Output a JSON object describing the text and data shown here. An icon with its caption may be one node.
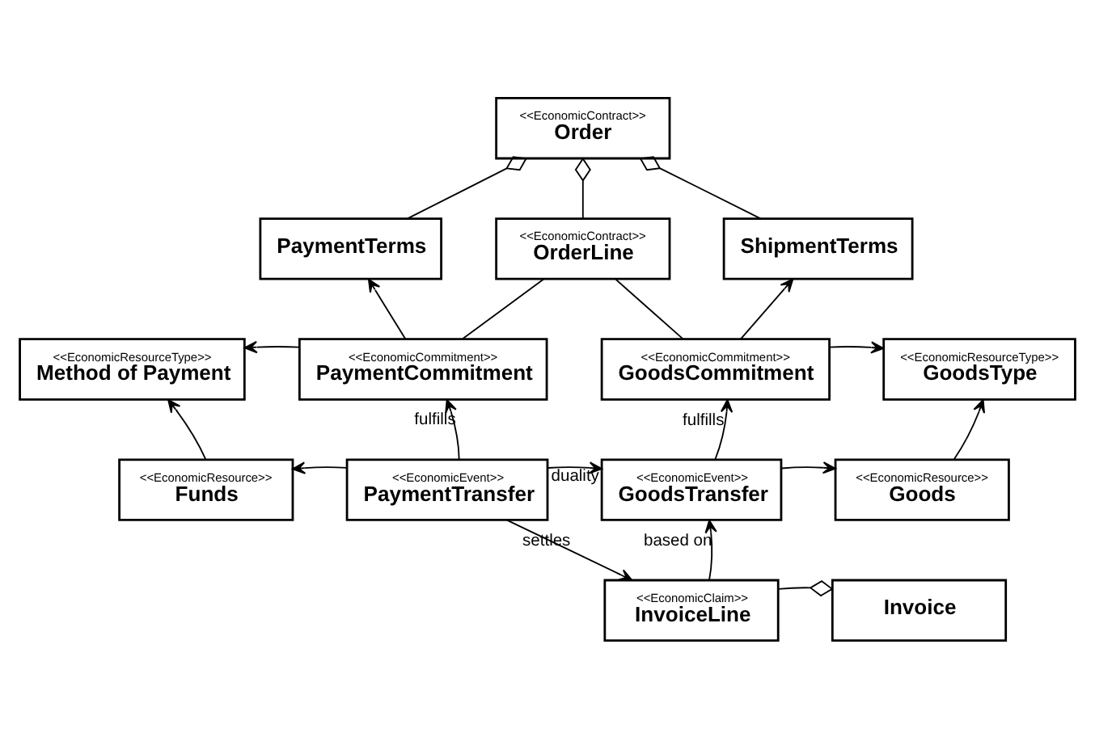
{
  "diagram": {
    "nodes": [
      {
        "text": [
          "<<EconomicContract>>",
          "Order"
        ]
      },
      {
        "text": [
          "PaymentTerms"
        ]
      },
      {
        "text": [
          "<<EconomicContract>>",
          "OrderLine"
        ]
      },
      {
        "text": [
          "ShipmentTerms"
        ]
      },
      {
        "text": [
          "<<EconomicResourceType>>",
          "Method of Payment"
        ]
      },
      {
        "text": [
          "<<EconomicCommitment>>",
          "PaymentCommitment"
        ]
      },
      {
        "text": [
          "<<EconomicCommitment>>",
          "GoodsCommitment"
        ]
      },
      {
        "text": [
          "<<EconomicResourceType>>",
          "GoodsType"
        ]
      },
      {
        "text": [
          "<<EconomicResource>>",
          "Funds"
        ]
      },
      {
        "text": [
          "<<EconomicEvent>>",
          "PaymentTransfer"
        ]
      },
      {
        "text": [
          "<<EconomicEvent>>",
          "GoodsTransfer"
        ]
      },
      {
        "text": [
          "<<EconomicResource>>",
          "Goods"
        ]
      },
      {
        "text": [
          "<<EconomicClaim>>",
          "InvoiceLine"
        ]
      },
      {
        "text": [
          "Invoice"
        ]
      }
    ],
    "edges": [
      {
        "from": 0,
        "to": 1,
        "arrow": "other"
      },
      {
        "from": 0,
        "to": 2,
        "arrow": "other"
      },
      {
        "from": 0,
        "to": 3,
        "arrow": "other"
      },
      {
        "from": 2,
        "to": 5,
        "arrow": "none"
      },
      {
        "from": 2,
        "to": 6,
        "arrow": "none"
      },
      {
        "from": 5,
        "to": 1,
        "arrow": "to"
      },
      {
        "from": 6,
        "to": 3,
        "arrow": "to"
      },
      {
        "from": 5,
        "to": 4,
        "arrow": "to"
      },
      {
        "from": 6,
        "to": 7,
        "arrow": "to"
      },
      {
        "from": 9,
        "to": 5,
        "arrow": "to",
        "label": "fulfills"
      },
      {
        "from": 10,
        "to": 6,
        "arrow": "to",
        "label": "fulfills"
      },
      {
        "from": 8,
        "to": 4,
        "arrow": "to"
      },
      {
        "from": 11,
        "to": 7,
        "arrow": "to"
      },
      {
        "from": 9,
        "to": 8,
        "arrow": "to"
      },
      {
        "from": 9,
        "to": 10,
        "arrow": "to",
        "label": "duality"
      },
      {
        "from": 10,
        "to": 11,
        "arrow": "to"
      },
      {
        "from": 12,
        "to": 10,
        "arrow": "to",
        "label": "based on"
      },
      {
        "from": 9,
        "to": 12,
        "arrow": "to",
        "label": "settles"
      },
      {
        "from": 13,
        "to": 12,
        "arrow": "other"
      }
    ]
  }
}
